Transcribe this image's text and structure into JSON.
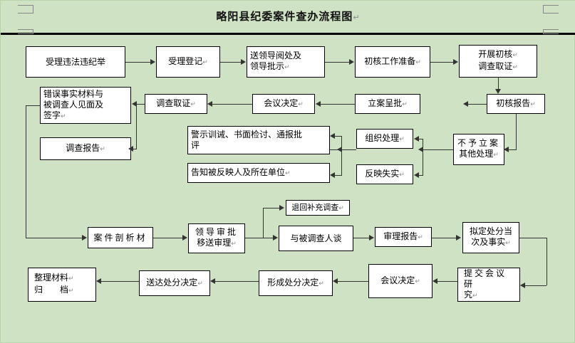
{
  "page": {
    "title": "略阳县纪委案件查办流程图",
    "pilcrow": "↵",
    "bg_color": "#cfe3c4",
    "box_fill": "#ffffff",
    "line_color": "#333333"
  },
  "nodes": {
    "n01": "受理违法违纪举",
    "n02": "受理登记",
    "n03_l1": "送领导阅处及",
    "n03_l2": "领导批示",
    "n04": "初核工作准备",
    "n05_l1": "开展初核",
    "n05_l2": "调查取证",
    "n06": "初核报告",
    "n07": "立案呈批",
    "n08": "会议决定",
    "n09": "调查取证",
    "n10_l1": "错误事实材料与",
    "n10_l2": "被调查人见面及",
    "n10_l3": "签字",
    "n11": "调查报告",
    "n12_l1": "警示训诫、书面检讨、通报批",
    "n12_l2": "评",
    "n13": "告知被反映人及所在单位",
    "n14": "组织处理",
    "n15": "反映失实",
    "n16_l1": "不予立案",
    "n16_l2": "其他处理",
    "n17": "退回补充调查",
    "n18": "案件剖析材",
    "n19_l1": "领导审批",
    "n19_l2": "移送审理",
    "n20": "与被调查人谈",
    "n21": "审理报告",
    "n22_l1": "拟定处分当",
    "n22_l2": "次及事实",
    "n23_l1": "提交会议研",
    "n23_l2": "究",
    "n24": "会议决定",
    "n25": "形成处分决定",
    "n26": "送达处分决定",
    "n27_l1": "整理材料",
    "n27_l2": "归　　档"
  }
}
